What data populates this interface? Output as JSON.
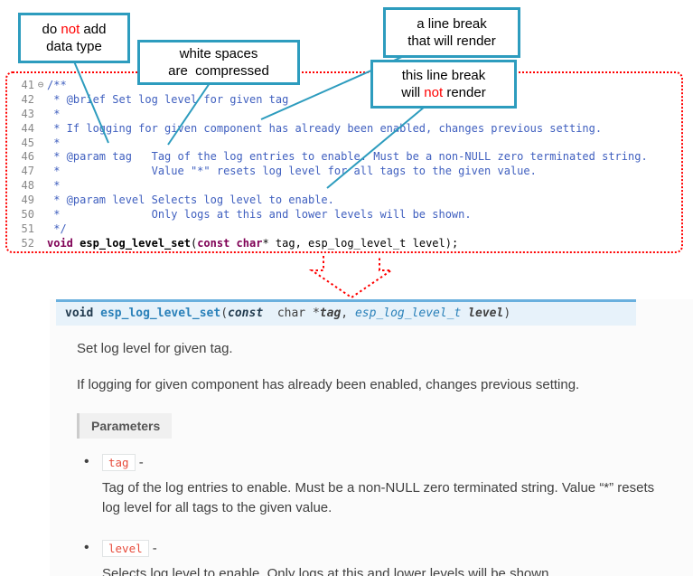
{
  "colors": {
    "callout_border": "#2d9cbe",
    "highlight_red": "#ff0000",
    "code_border_dotted": "#ff0000",
    "comment_text": "#3f5fbf",
    "keyword_text": "#7f0055",
    "sig_bar_bg": "#e7f2fa",
    "sig_bar_border": "#6ab0de",
    "doc_accent": "#2980b9",
    "param_code": "#e74c3c"
  },
  "callouts": {
    "no_datatype": {
      "l1a": "do ",
      "l1b": "not",
      "l1c": " add",
      "l2": "data type"
    },
    "whitespace": {
      "l1": "white spaces",
      "l2": "are  compressed"
    },
    "break_render": {
      "l1": "a line break",
      "l2": "that will render"
    },
    "break_norender": {
      "l1": "this line break",
      "l2a": "will ",
      "l2b": "not",
      "l2c": " render"
    }
  },
  "editor": {
    "lines": [
      {
        "num": "41",
        "fold": "⊖",
        "text": "/**"
      },
      {
        "num": "42",
        "text": " * @brief Set log level for given tag"
      },
      {
        "num": "43",
        "text": " *"
      },
      {
        "num": "44",
        "text": " * If logging for given component has already been enabled, changes previous setting."
      },
      {
        "num": "45",
        "text": " *"
      },
      {
        "num": "46",
        "text": " * @param tag   Tag of the log entries to enable. Must be a non-NULL zero terminated string."
      },
      {
        "num": "47",
        "text": " *              Value \"*\" resets log level for all tags to the given value."
      },
      {
        "num": "48",
        "text": " *"
      },
      {
        "num": "49",
        "text": " * @param level Selects log level to enable."
      },
      {
        "num": "50",
        "text": " *              Only logs at this and lower levels will be shown."
      },
      {
        "num": "51",
        "text": " */"
      }
    ],
    "line52": {
      "num": "52",
      "segments": [
        {
          "text": "void "
        },
        {
          "text": "esp_log_level_set"
        },
        {
          "text": "("
        },
        {
          "text": "const"
        },
        {
          "text": " "
        },
        {
          "text": "char"
        },
        {
          "text": "* tag, esp_log_level_t level);"
        }
      ]
    }
  },
  "doc": {
    "signature": {
      "segments": [
        {
          "text": "void "
        },
        {
          "text": "esp_log_level_set"
        },
        {
          "text": "("
        },
        {
          "text": "const"
        },
        {
          "text": "  char *"
        },
        {
          "text": "tag"
        },
        {
          "text": ", "
        },
        {
          "text": "esp_log_level_t"
        },
        {
          "text": " "
        },
        {
          "text": "level"
        },
        {
          "text": ")"
        }
      ]
    },
    "p1": "Set log level for given tag.",
    "p2": "If logging for given component has already been enabled, changes previous setting.",
    "params_label": "Parameters",
    "params": [
      {
        "name": "tag",
        "sep": " -",
        "desc": "Tag of the log entries to enable. Must be a non-NULL zero terminated string. Value “*” resets log level for all tags to the given value."
      },
      {
        "name": "level",
        "sep": " -",
        "desc": "Selects log level to enable. Only logs at this and lower levels will be shown."
      }
    ]
  }
}
